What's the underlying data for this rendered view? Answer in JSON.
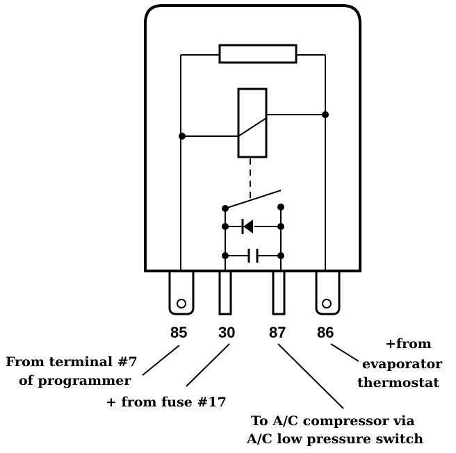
{
  "diagram": {
    "terminals": [
      {
        "id": "85",
        "label": "85"
      },
      {
        "id": "30",
        "label": "30"
      },
      {
        "id": "87",
        "label": "87"
      },
      {
        "id": "86",
        "label": "86"
      }
    ],
    "annotations": {
      "t85_line1": "From terminal #7",
      "t85_line2": "of programmer",
      "t30_line1": "+ from fuse #17",
      "t87_line1": "To A/C compressor via",
      "t87_line2": "A/C low pressure switch",
      "t86_line1": "+from",
      "t86_line2": "evaporator",
      "t86_line3": "thermostat"
    }
  }
}
